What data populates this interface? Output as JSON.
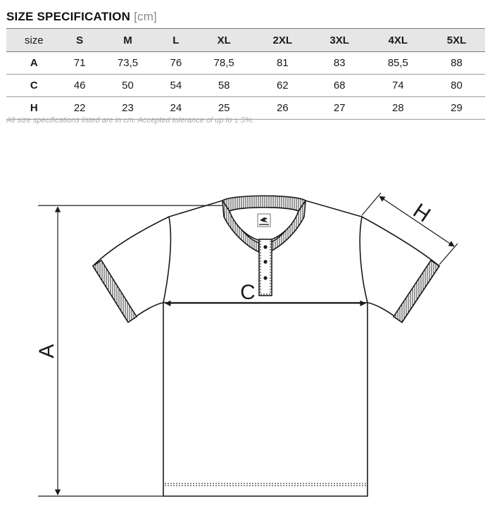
{
  "header": {
    "title": "SIZE SPECIFICATION",
    "unit": "[cm]"
  },
  "table": {
    "corner": "size",
    "sizes": [
      "S",
      "M",
      "L",
      "XL",
      "2XL",
      "3XL",
      "4XL",
      "5XL"
    ],
    "rows": [
      {
        "label": "A",
        "values": [
          "71",
          "73,5",
          "76",
          "78,5",
          "81",
          "83",
          "85,5",
          "88"
        ]
      },
      {
        "label": "C",
        "values": [
          "46",
          "50",
          "54",
          "58",
          "62",
          "68",
          "74",
          "80"
        ]
      },
      {
        "label": "H",
        "values": [
          "22",
          "23",
          "24",
          "25",
          "26",
          "27",
          "28",
          "29"
        ]
      }
    ]
  },
  "note": "All size specifications listed are in cm. Accepted tolerance of up to ± 5%.",
  "diagram": {
    "label_a": "A",
    "label_c": "C",
    "label_h": "H",
    "garment": "polo-shirt"
  }
}
